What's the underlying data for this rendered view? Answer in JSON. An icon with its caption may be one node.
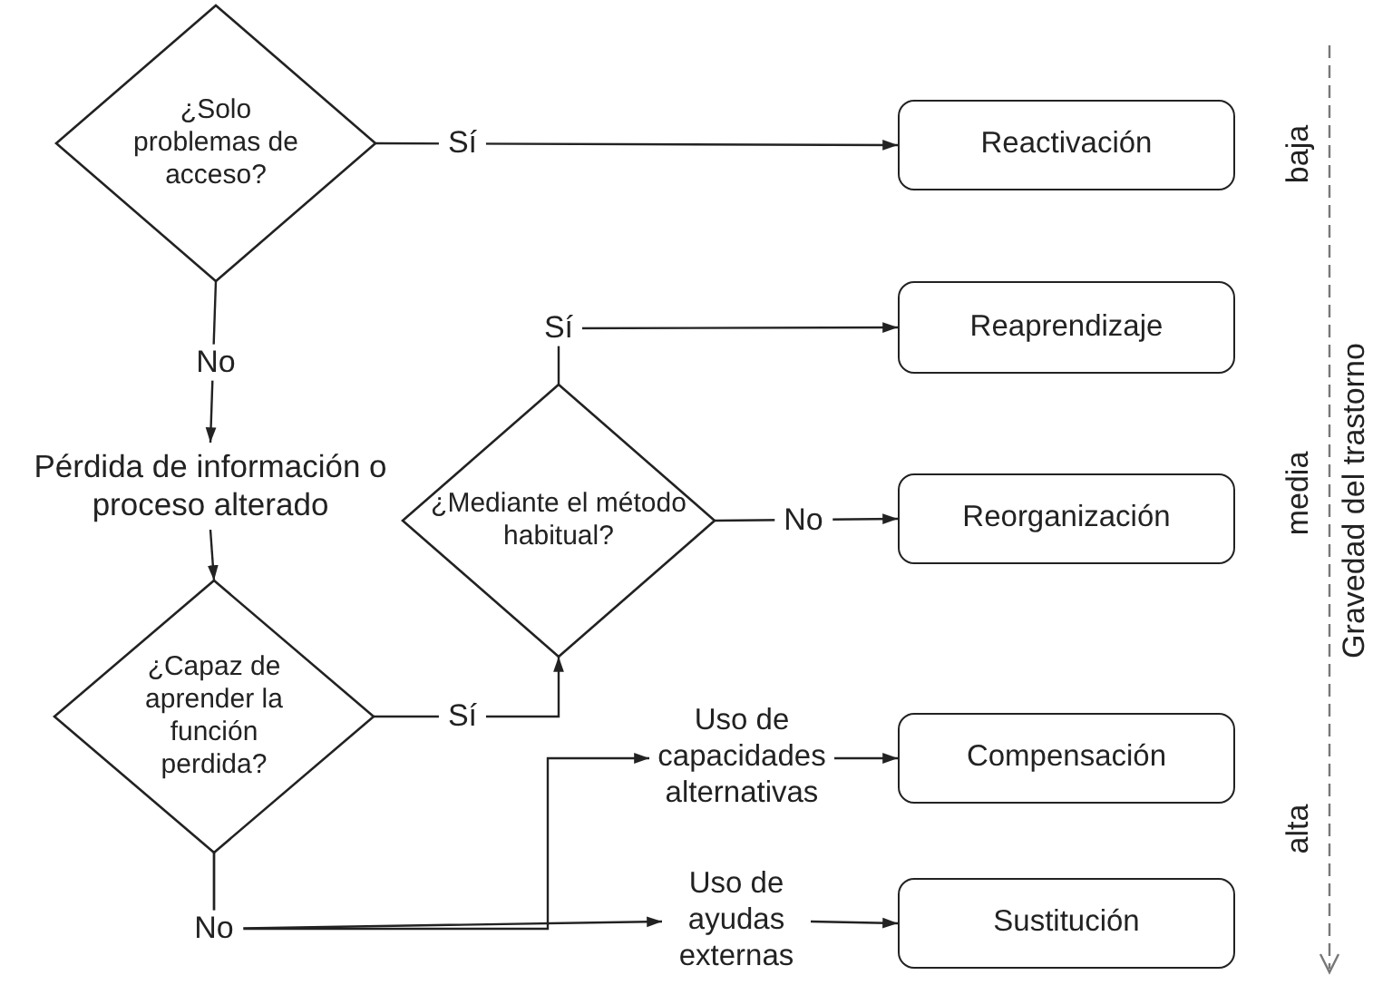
{
  "diagram": {
    "nodes": [
      {
        "text": [
          "¿Solo problemas de acceso?"
        ]
      },
      {
        "text": [
          "Reactivación"
        ]
      },
      {
        "text": [
          "Pérdida de información o proceso alterado"
        ]
      },
      {
        "text": [
          "¿Mediante el método habitual?"
        ]
      },
      {
        "text": [
          "Reaprendizaje"
        ]
      },
      {
        "text": [
          "Reorganización"
        ]
      },
      {
        "text": [
          "¿Capaz de aprender la función perdida?"
        ]
      },
      {
        "text": [
          "Uso de capacidades alternativas"
        ]
      },
      {
        "text": [
          "Compensación"
        ]
      },
      {
        "text": [
          "Uso de ayudas externas"
        ]
      },
      {
        "text": [
          "Sustitución"
        ]
      }
    ],
    "edges": [
      {
        "from": 0,
        "to": 1,
        "arrow": "to",
        "label": "Sí"
      },
      {
        "from": 0,
        "to": 2,
        "arrow": "to",
        "label": "No"
      },
      {
        "from": 2,
        "to": 6,
        "arrow": "to"
      },
      {
        "from": 3,
        "to": 4,
        "arrow": "to",
        "label": "Sí"
      },
      {
        "from": 3,
        "to": 5,
        "arrow": "to",
        "label": "No"
      },
      {
        "from": 6,
        "to": 3,
        "arrow": "to",
        "label": "Sí"
      },
      {
        "from": 6,
        "to": 7,
        "arrow": "to"
      },
      {
        "from": 6,
        "to": 9,
        "arrow": "to",
        "label": "No"
      },
      {
        "from": 7,
        "to": 8,
        "arrow": "to"
      },
      {
        "from": 9,
        "to": 10,
        "arrow": "to"
      }
    ],
    "labels": [
      "baja",
      "media",
      "alta",
      "Gravedad del trastorno"
    ]
  }
}
